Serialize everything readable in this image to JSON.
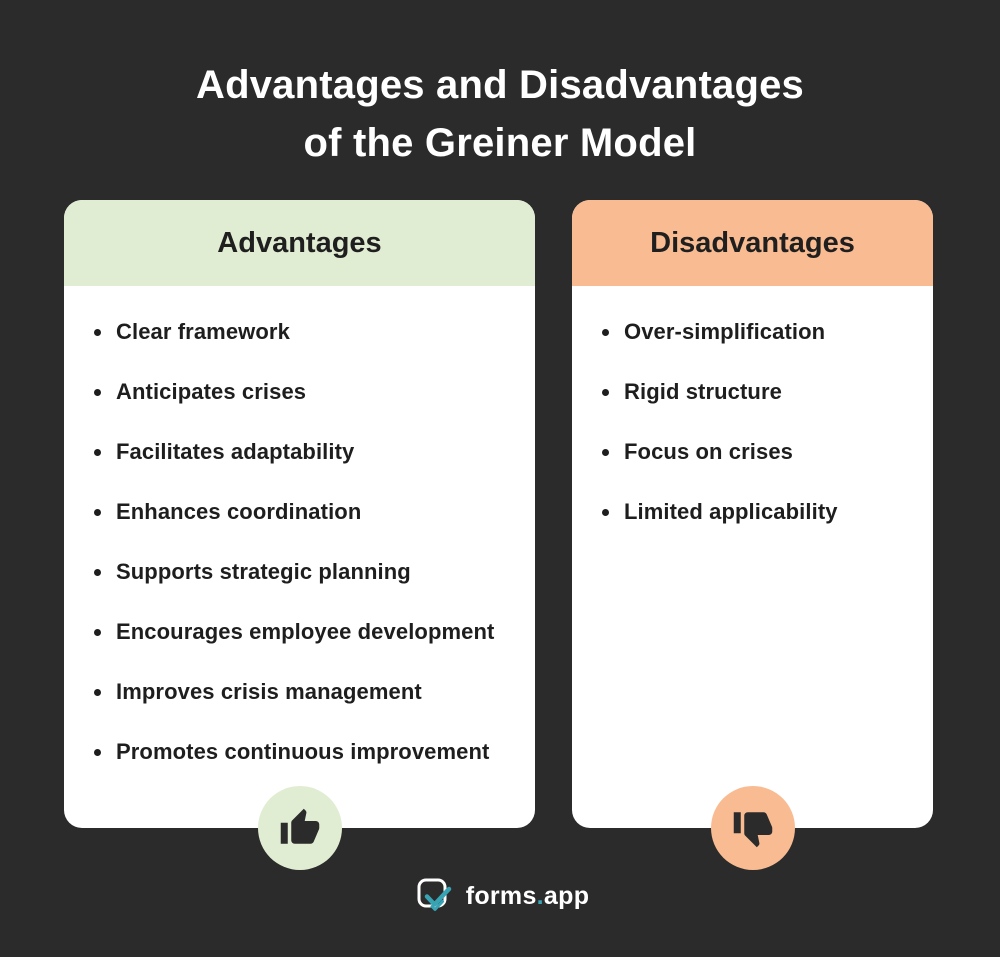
{
  "title": {
    "line1": "Advantages and Disadvantages",
    "line2": "of the Greiner Model"
  },
  "advantages": {
    "header": "Advantages",
    "header_color": "#e1edd3",
    "badge_color": "#e1edd3",
    "badge_icon": "thumbs-up-icon",
    "items": [
      "Clear framework",
      "Anticipates crises",
      "Facilitates adaptability",
      "Enhances coordination",
      "Supports strategic planning",
      "Encourages employee development",
      "Improves crisis management",
      "Promotes continuous improvement"
    ]
  },
  "disadvantages": {
    "header": "Disadvantages",
    "header_color": "#f9bb92",
    "badge_color": "#f9bb92",
    "badge_icon": "thumbs-down-icon",
    "items": [
      "Over-simplification",
      "Rigid structure",
      "Focus on crises",
      "Limited applicability"
    ]
  },
  "footer": {
    "brand_name": "forms",
    "brand_dot": ".",
    "brand_tld": "app",
    "accent_color": "#38a3b3"
  },
  "colors": {
    "background": "#2b2b2b",
    "card_body": "#ffffff",
    "text_dark": "#1e1e1e",
    "title_text": "#ffffff"
  }
}
